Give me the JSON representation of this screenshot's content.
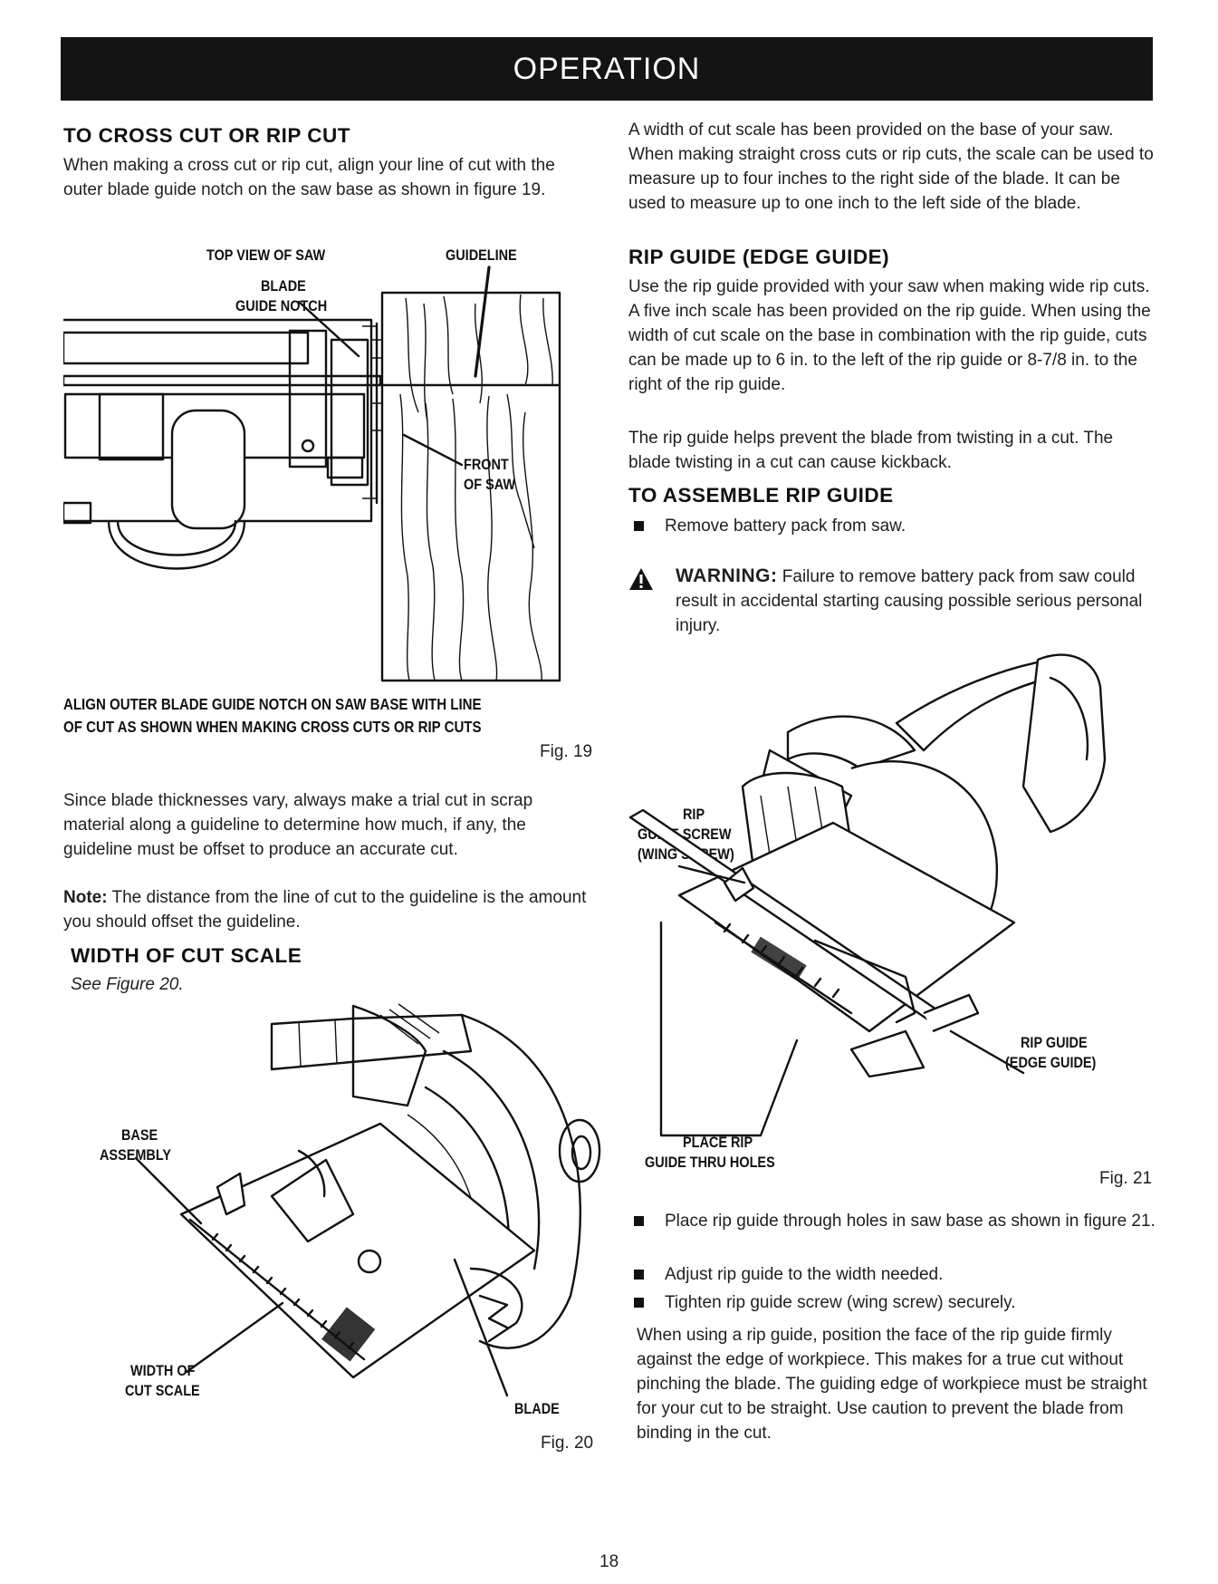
{
  "header": {
    "title": "OPERATION"
  },
  "left": {
    "cross_cut": {
      "heading": "TO CROSS CUT OR RIP CUT",
      "body": "When making a cross cut or rip cut, align your line of cut with the outer blade guide notch on the saw base as shown in figure 19."
    },
    "fig19": {
      "label_top_view": "TOP VIEW OF SAW",
      "label_guideline": "GUIDELINE",
      "label_blade_1": "BLADE",
      "label_blade_2": "GUIDE NOTCH",
      "label_front_1": "FRONT",
      "label_front_2": "OF SAW",
      "caption_1": "ALIGN OUTER BLADE GUIDE NOTCH ON SAW BASE WITH LINE",
      "caption_2": "OF CUT AS SHOWN WHEN MAKING CROSS CUTS OR RIP CUTS",
      "fig_label": "Fig. 19"
    },
    "trial_cut": "Since blade thicknesses vary, always make a trial cut in scrap material along a guideline to determine how much, if any, the guideline must be offset to produce an accurate cut.",
    "note_label": "Note:",
    "note_text": " The distance from the line of cut to the guideline is the amount you should offset the guideline.",
    "width_scale": {
      "heading": "WIDTH OF CUT SCALE",
      "see": "See Figure 20."
    },
    "fig20": {
      "label_base_1": "BASE",
      "label_base_2": "ASSEMBLY",
      "label_width_1": "WIDTH OF",
      "label_width_2": "CUT SCALE",
      "label_blade": "BLADE",
      "fig_label": "Fig. 20"
    }
  },
  "right": {
    "width_text": "A width of cut scale has been provided on the base of your saw. When making straight cross cuts or rip cuts, the scale can be used to measure up to four inches to the right side of the blade. It can be used to measure up to one inch to the left side of the blade.",
    "rip_guide": {
      "heading": "RIP GUIDE (EDGE GUIDE)",
      "body1": "Use the rip guide provided with your saw when making wide rip cuts. A five inch scale has been provided on the rip guide. When using the width of cut scale on the base in combination with the rip guide, cuts can be made up to 6 in. to the left of the rip guide or 8-7/8 in. to the right of the rip guide.",
      "body2": "The rip guide helps prevent the blade from twisting in a cut. The blade twisting in a cut can cause kickback."
    },
    "assemble": {
      "heading": "TO ASSEMBLE RIP GUIDE",
      "bullet1": "Remove battery pack from saw.",
      "warning_label": "WARNING:",
      "warning_text": " Failure to remove battery pack from saw could result in accidental starting causing possible serious personal injury."
    },
    "fig21": {
      "label_rip_1": "RIP",
      "label_rip_2": "GUIDE SCREW",
      "label_rip_3": "(WING SCREW)",
      "label_ripguide_1": "RIP GUIDE",
      "label_ripguide_2": "(EDGE GUIDE)",
      "label_place_1": "PLACE RIP",
      "label_place_2": "GUIDE THRU HOLES",
      "fig_label": "Fig. 21"
    },
    "bullets": [
      "Place rip guide through holes in saw base as shown in figure 21.",
      "Adjust rip guide to the width needed.",
      "Tighten rip guide screw (wing screw) securely."
    ],
    "final": "When using a rip guide, position the face of the rip guide firmly against the edge of workpiece. This makes for a true cut without pinching the blade. The guiding edge of workpiece must be straight for your cut to be straight. Use caution to prevent the blade from binding in the cut."
  },
  "footer": {
    "page_number": "18"
  }
}
